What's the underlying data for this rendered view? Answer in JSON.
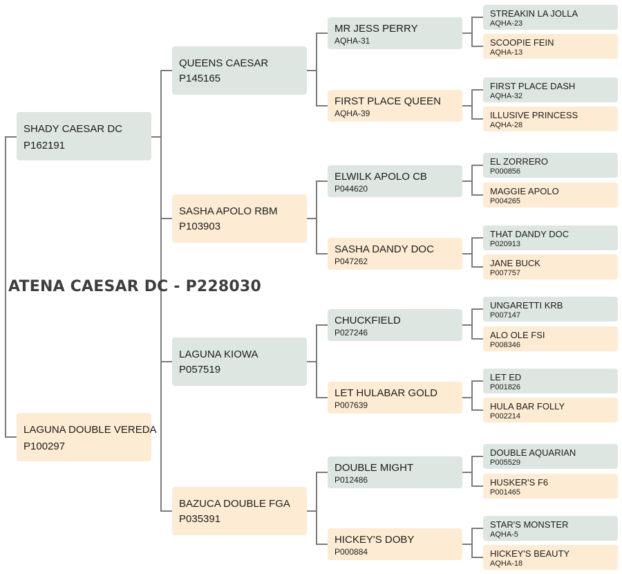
{
  "subject": {
    "title": "ATENA CAESAR DC - P228030"
  },
  "pedigree": {
    "sire": {
      "name": "SHADY CAESAR DC",
      "reg": "P162191"
    },
    "dam": {
      "name": "LAGUNA DOUBLE VEREDA",
      "reg": "P100297"
    },
    "generation2": [
      {
        "name": "QUEENS CAESAR",
        "reg": "P145165"
      },
      {
        "name": "SASHA APOLO RBM",
        "reg": "P103903"
      },
      {
        "name": "LAGUNA KIOWA",
        "reg": "P057519"
      },
      {
        "name": "BAZUCA DOUBLE FGA",
        "reg": "P035391"
      }
    ],
    "generation3": [
      {
        "name": "MR JESS PERRY",
        "reg": "AQHA-31"
      },
      {
        "name": "FIRST PLACE QUEEN",
        "reg": "AQHA-39"
      },
      {
        "name": "ELWILK APOLO CB",
        "reg": "P044620"
      },
      {
        "name": "SASHA DANDY DOC",
        "reg": "P047262"
      },
      {
        "name": "CHUCKFIELD",
        "reg": "P027246"
      },
      {
        "name": "LET HULABAR GOLD",
        "reg": "P007639"
      },
      {
        "name": "DOUBLE MIGHT",
        "reg": "P012486"
      },
      {
        "name": "HICKEY'S DOBY",
        "reg": "P000884"
      }
    ],
    "generation4": [
      {
        "name": "STREAKIN LA JOLLA",
        "reg": "AQHA-23"
      },
      {
        "name": "SCOOPIE FEIN",
        "reg": "AQHA-13"
      },
      {
        "name": "FIRST PLACE DASH",
        "reg": "AQHA-32"
      },
      {
        "name": "ILLUSIVE PRINCESS",
        "reg": "AQHA-28"
      },
      {
        "name": "EL ZORRERO",
        "reg": "P000856"
      },
      {
        "name": "MAGGIE APOLO",
        "reg": "P004265"
      },
      {
        "name": "THAT DANDY DOC",
        "reg": "P020913"
      },
      {
        "name": "JANE BUCK",
        "reg": "P007757"
      },
      {
        "name": "UNGARETTI KRB",
        "reg": "P007147"
      },
      {
        "name": "ALO OLE FSI",
        "reg": "P008346"
      },
      {
        "name": "LET ED",
        "reg": "P001826"
      },
      {
        "name": "HULA BAR FOLLY",
        "reg": "P002214"
      },
      {
        "name": "DOUBLE AQUARIAN",
        "reg": "P005529"
      },
      {
        "name": "HUSKER'S F6",
        "reg": "P001465"
      },
      {
        "name": "STAR'S MONSTER",
        "reg": "AQHA-5"
      },
      {
        "name": "HICKEY'S BEAUTY",
        "reg": "AQHA-18"
      }
    ]
  },
  "colors": {
    "sire_box": "#dde6e1",
    "dam_box": "#fdecd3",
    "connector": "#7a7a7a",
    "title_text": "#3d3d3d"
  }
}
